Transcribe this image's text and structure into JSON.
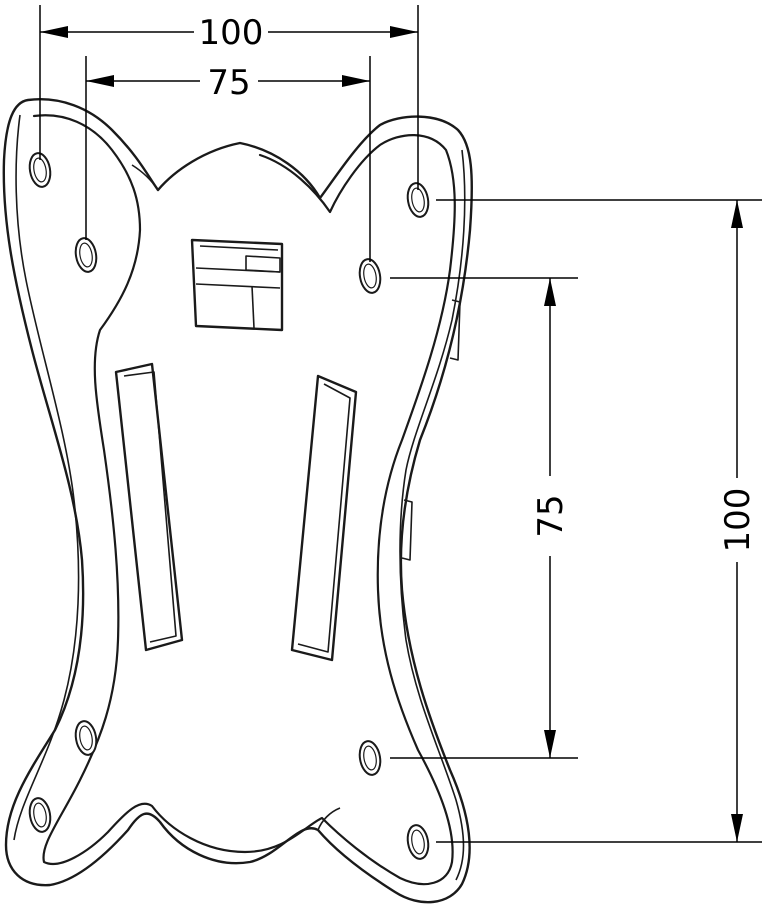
{
  "dimensions": {
    "horizontal_outer": "100",
    "horizontal_inner": "75",
    "vertical_inner": "75",
    "vertical_outer": "100"
  }
}
